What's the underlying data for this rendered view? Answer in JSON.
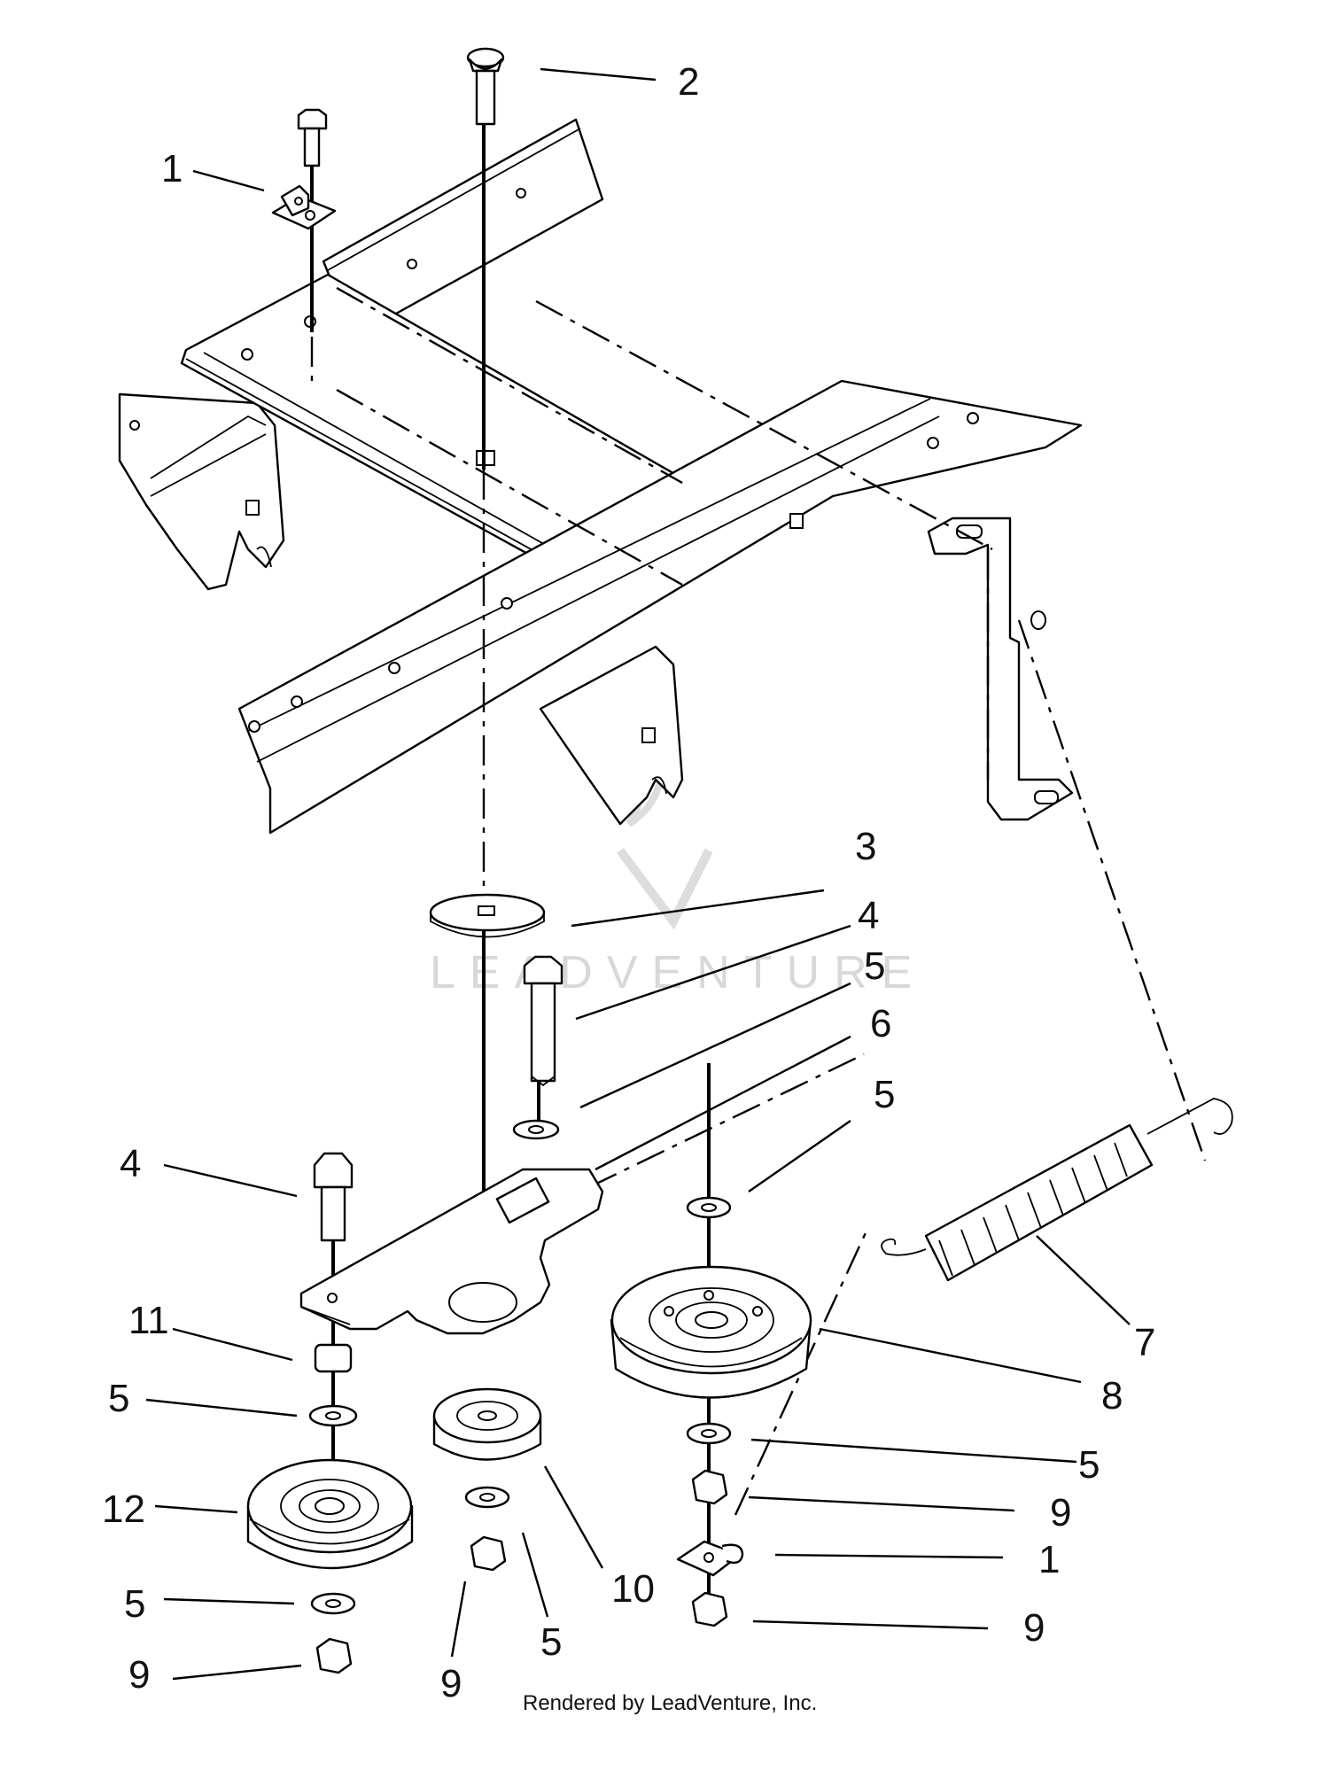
{
  "diagram": {
    "callouts": [
      {
        "id": "c1a",
        "label": "1"
      },
      {
        "id": "c2",
        "label": "2"
      },
      {
        "id": "c3",
        "label": "3"
      },
      {
        "id": "c4a",
        "label": "4"
      },
      {
        "id": "c5a",
        "label": "5"
      },
      {
        "id": "c6",
        "label": "6"
      },
      {
        "id": "c5b",
        "label": "5"
      },
      {
        "id": "c4b",
        "label": "4"
      },
      {
        "id": "c7",
        "label": "7"
      },
      {
        "id": "c11",
        "label": "11"
      },
      {
        "id": "c8",
        "label": "8"
      },
      {
        "id": "c5c",
        "label": "5"
      },
      {
        "id": "c5d",
        "label": "5"
      },
      {
        "id": "c12",
        "label": "12"
      },
      {
        "id": "c9a",
        "label": "9"
      },
      {
        "id": "c1b",
        "label": "1"
      },
      {
        "id": "c5e",
        "label": "5"
      },
      {
        "id": "c10",
        "label": "10"
      },
      {
        "id": "c9b",
        "label": "9"
      },
      {
        "id": "c5f",
        "label": "5"
      },
      {
        "id": "c9c",
        "label": "9"
      },
      {
        "id": "c9d",
        "label": "9"
      }
    ],
    "watermark": "LEADVENTURE",
    "credit": "Rendered by LeadVenture, Inc."
  }
}
